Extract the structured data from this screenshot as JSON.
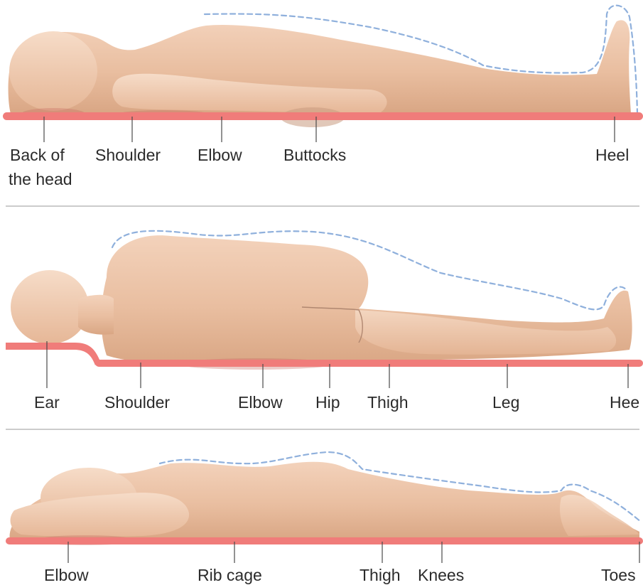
{
  "panels": [
    {
      "id": "supine",
      "labels": [
        "Back of",
        "the head",
        "Shoulder",
        "Elbow",
        "Buttocks",
        "Heel"
      ]
    },
    {
      "id": "lateral",
      "labels": [
        "Ear",
        "Shoulder",
        "Elbow",
        "Hip",
        "Thigh",
        "Leg",
        "Hee"
      ]
    },
    {
      "id": "prone",
      "labels": [
        "Elbow",
        "Rib cage",
        "Thigh",
        "Knees",
        "Toes"
      ]
    }
  ],
  "colors": {
    "surface": "#f07c7a",
    "skin": "#ecc3a6",
    "contour": "#8fb0dc"
  }
}
